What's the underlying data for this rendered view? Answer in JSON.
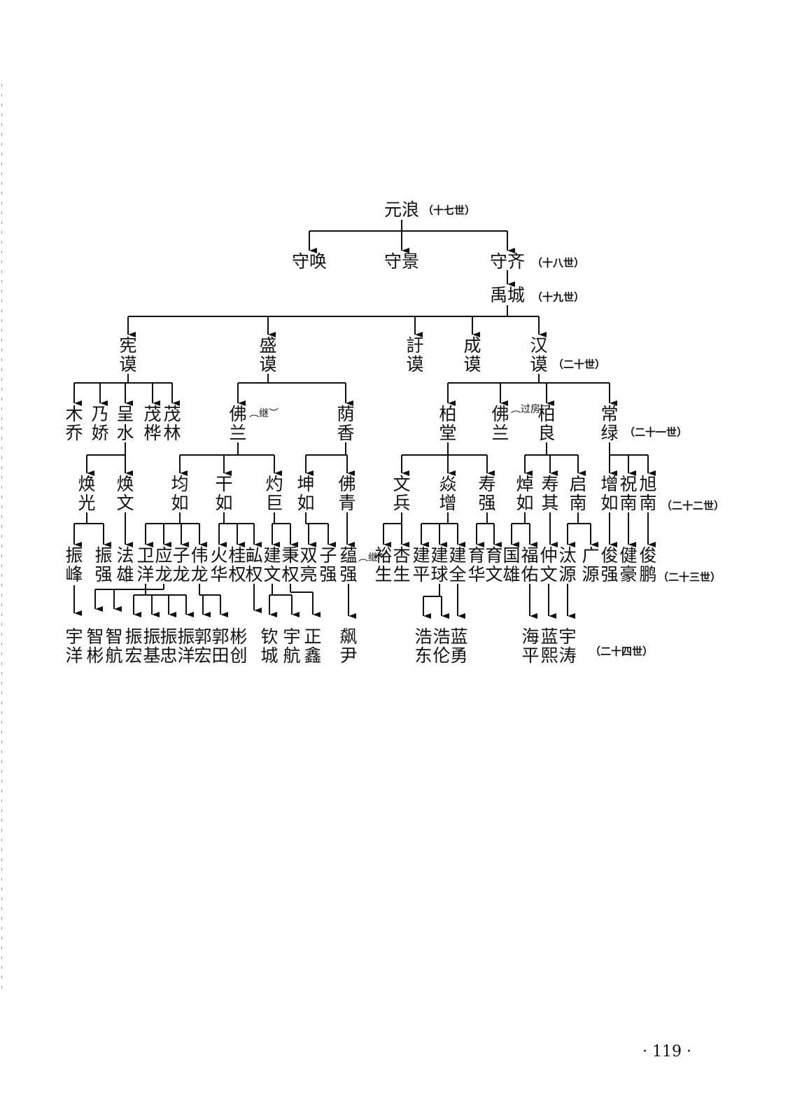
{
  "page_number": "· 119 ·",
  "generations": {
    "g17": "（十七世）",
    "g18": "（十八世）",
    "g19": "（十九世）",
    "g20": "（二十世）",
    "g21": "（二十一世）",
    "g22": "（二十二世）",
    "g23": "（二十三世）",
    "g24": "（二十四世）"
  },
  "names": {
    "yuanlang": "元浪",
    "shouhuan": "守唤",
    "shoujing": "守景",
    "shouqi": "守齐",
    "yucheng": "禹城",
    "xianmo": "宪\n谟",
    "shengmo": "盛\n谟",
    "xumo": "訏\n谟",
    "chengmo": "成\n谟",
    "hanmo": "汉\n谟",
    "muqiao": "木\n乔",
    "naijiao": "乃\n娇",
    "chengshui": "呈\n水",
    "maohua": "茂\n桦",
    "maolin": "茂\n林",
    "folan1": "佛\n兰",
    "yinxiang": "荫\n香",
    "baitang": "柏\n堂",
    "folan2": "佛\n兰",
    "bailiang": "柏\n良",
    "changlu": "常\n绿",
    "huanguang": "焕\n光",
    "huanwen": "焕\n文",
    "junru": "均\n如",
    "ganru": "干\n如",
    "zhuoju": "灼\n巨",
    "kunru": "坤\n如",
    "foqing": "佛\n青",
    "wenbing": "文\n兵",
    "yanzeng": "焱\n增",
    "shouqiang": "寿\n强",
    "zhuoru": "焯\n如",
    "shouqi2": "寿\n其",
    "qinan": "启\n南",
    "zengru": "增\n如",
    "zhunan": "祝\n南",
    "xunan": "旭\n南",
    "zhenfeng": "振\n峰",
    "zhenqiang": "振\n强",
    "faxiong": "法\n雄",
    "weiyang": "卫\n洋",
    "yinglong": "应\n龙",
    "zilong": "子\n龙",
    "weilong": "伟\n龙",
    "huohua": "火\n华",
    "guiquan": "桂\n权",
    "muquan": "畆\n权",
    "jianwen": "建\n文",
    "bingquan": "秉\n权",
    "shuangliang": "双\n亮",
    "ziqiang": "子\n强",
    "yunqiang": "蕴\n强",
    "yusheng": "裕\n生",
    "xingsheng": "杏\n生",
    "jianping": "建\n平",
    "jianqiu": "建\n球",
    "jianquan": "建\n全",
    "yuhua": "育\n华",
    "yuwen": "育\n文",
    "guoxiong": "国\n雄",
    "fuyou": "福\n佑",
    "zhongwen": "仲\n文",
    "taiyuan": "汰\n源",
    "guangyuan": "广\n源",
    "junqiang": "俊\n强",
    "jianhao": "健\n豪",
    "junpeng": "俊\n鹏",
    "yuyang": "宇\n洋",
    "zhibin": "智\n彬",
    "zhihang": "智\n航",
    "zhenhong": "振\n宏",
    "zhenji": "振\n基",
    "zhenzhong": "振\n忠",
    "zhenyang": "振\n洋",
    "guohong": "郭\n宏",
    "guotian": "郭\n田",
    "binchuang": "彬\n创",
    "qincheng": "钦\n城",
    "yuhang": "宇\n航",
    "zhengxin": "正\n鑫",
    "biaoyin": "飙\n尹",
    "haodong": "浩\n东",
    "haolun": "浩\n伦",
    "lanyong": "蓝\n勇",
    "haiping": "海\n平",
    "lanxi": "蓝\n熙",
    "yutao": "宇\n涛"
  },
  "notes": {
    "ji1": "︵继︶",
    "guofang": "︵过房︶",
    "ji2": "︵继︶"
  }
}
